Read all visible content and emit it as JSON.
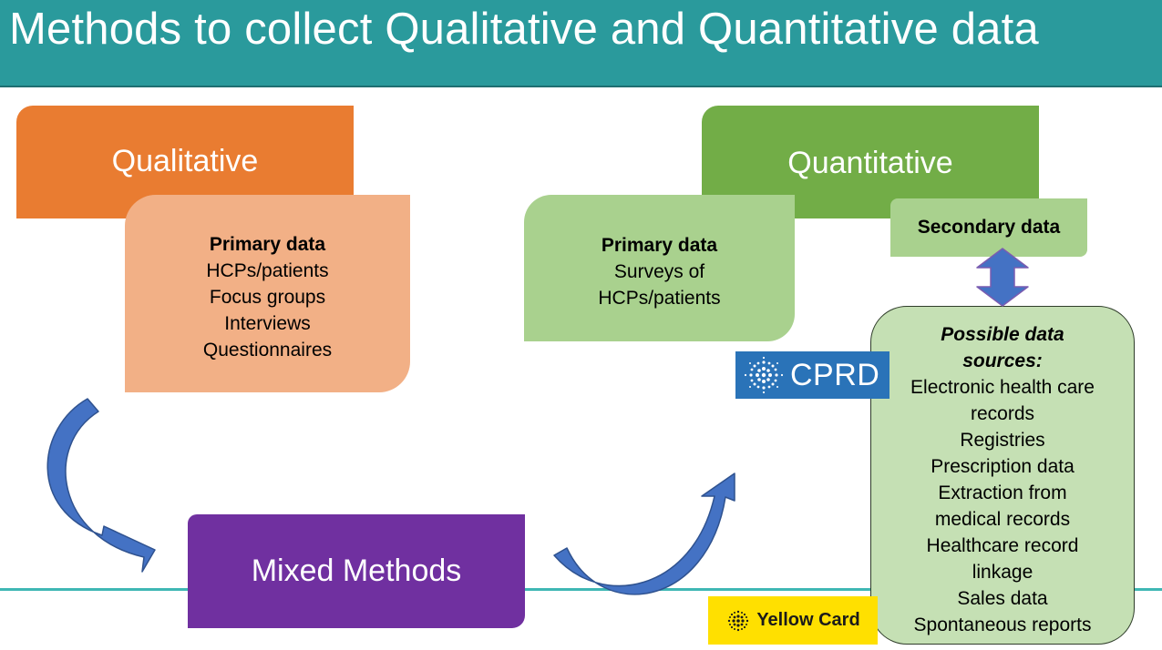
{
  "title": "Methods to collect Qualitative and Quantitative data",
  "qualitative": {
    "heading": "Qualitative",
    "primary_heading": "Primary data",
    "items": [
      "HCPs/patients",
      "Focus groups",
      "Interviews",
      "Questionnaires"
    ]
  },
  "quantitative": {
    "heading": "Quantitative",
    "primary_heading": "Primary data",
    "primary_items": [
      "Surveys of",
      "HCPs/patients"
    ],
    "secondary_label": "Secondary data"
  },
  "sources": {
    "heading_lines": [
      "Possible data",
      "sources:"
    ],
    "items": [
      "Electronic health care",
      "records",
      "Registries",
      "Prescription data",
      "Extraction from",
      "medical records",
      "Healthcare record",
      "linkage",
      "Sales data",
      "Spontaneous reports"
    ]
  },
  "mixed": {
    "label": "Mixed Methods"
  },
  "logos": {
    "cprd": "CPRD",
    "yellow_card": "Yellow Card"
  },
  "colors": {
    "header": "#2a9a9c",
    "qualitative": "#e97c31",
    "qualitative_light": "#f2b086",
    "quantitative": "#72ad47",
    "quantitative_light": "#a9d18e",
    "sources": "#c5e0b4",
    "mixed": "#7030a0",
    "arrow": "#4472c4",
    "cprd": "#2a73b8",
    "yellow_card": "#ffe000"
  }
}
